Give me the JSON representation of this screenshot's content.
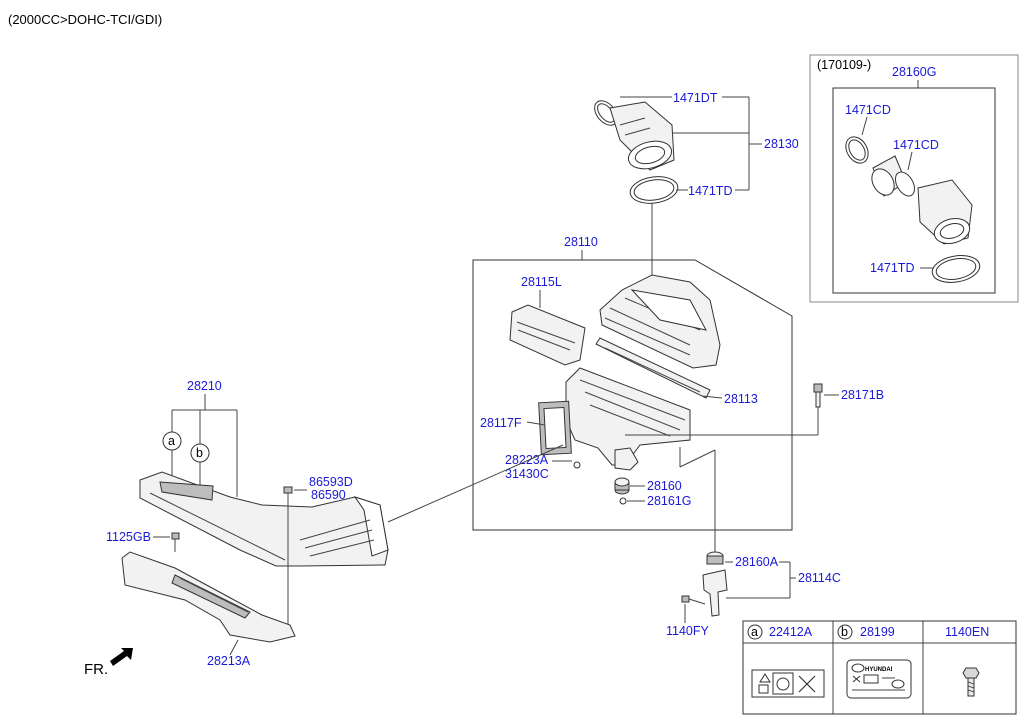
{
  "engine_spec": "(2000CC>DOHC-TCI/GDI)",
  "inset": {
    "date_code": "(170109-)",
    "assembly": "28160G",
    "clamp_upper": "1471CD",
    "clamp_mid": "1471CD",
    "clamp_lower": "1471TD"
  },
  "hose": {
    "clamp_top": "1471DT",
    "assembly": "28130",
    "clamp_bottom": "1471TD"
  },
  "cleaner": {
    "assembly": "28110",
    "cover": "28115L",
    "body": "28113",
    "filter": "28117F",
    "screw": "28223A",
    "bolt": "31430C",
    "insulator": "28160",
    "grommet": "28161G",
    "side_bolt": "28171B"
  },
  "duct": {
    "assembly": "28210",
    "callout_a": "a",
    "callout_b": "b",
    "clip1": "86593D",
    "clip2": "86590",
    "bolt": "1125GB",
    "bracket": "28213A",
    "fr_label": "FR."
  },
  "bracket_asm": {
    "mount": "28160A",
    "assembly": "28114C",
    "bolt": "1140FY"
  },
  "legend": {
    "a_letter": "a",
    "a_code": "22412A",
    "b_letter": "b",
    "b_code": "28199",
    "c_code": "1140EN",
    "label_brand": "HYUNDAI"
  }
}
